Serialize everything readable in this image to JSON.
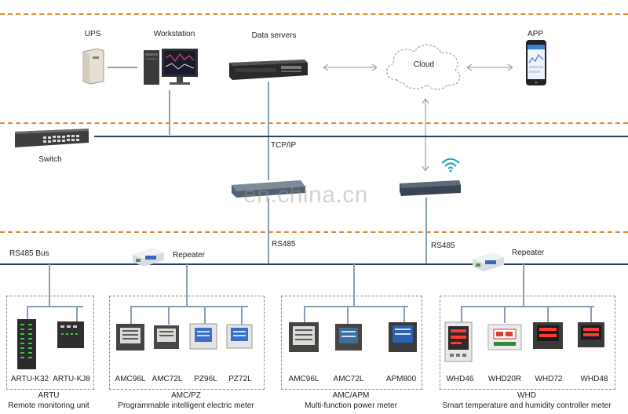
{
  "top": {
    "ups_label": "UPS",
    "workstation_label": "Workstation",
    "dataservers_label": "Data servers",
    "cloud_label": "Cloud",
    "app_label": "APP"
  },
  "network": {
    "switch_label": "Switch",
    "tcpip_label": "TCP/IP",
    "rs485bus_label": "RS485 Bus",
    "rs485_left_label": "RS485",
    "rs485_right_label": "RS485",
    "repeater_left_label": "Repeater",
    "repeater_right_label": "Repeater"
  },
  "watermark": "en.china.cn",
  "groups": [
    {
      "devices": [
        "ARTU-K32",
        "ARTU-KJ8"
      ],
      "name": "ARTU",
      "desc": "Remote monitoring unit"
    },
    {
      "devices": [
        "AMC96L",
        "AMC72L",
        "PZ96L",
        "PZ72L"
      ],
      "name": "AMC/PZ",
      "desc": "Programmable intelligent electric meter"
    },
    {
      "devices": [
        "AMC96L",
        "AMC72L",
        "APM800"
      ],
      "name": "AMC/APM",
      "desc": "Multi-function power meter"
    },
    {
      "devices": [
        "WHD46",
        "WHD20R",
        "WHD72",
        "WHD48"
      ],
      "name": "WHD",
      "desc": "Smart temperature and humidity controller meter"
    }
  ],
  "colors": {
    "dash": "#e08a3a",
    "bus": "#2d3f66",
    "link": "#8a9fb5"
  }
}
